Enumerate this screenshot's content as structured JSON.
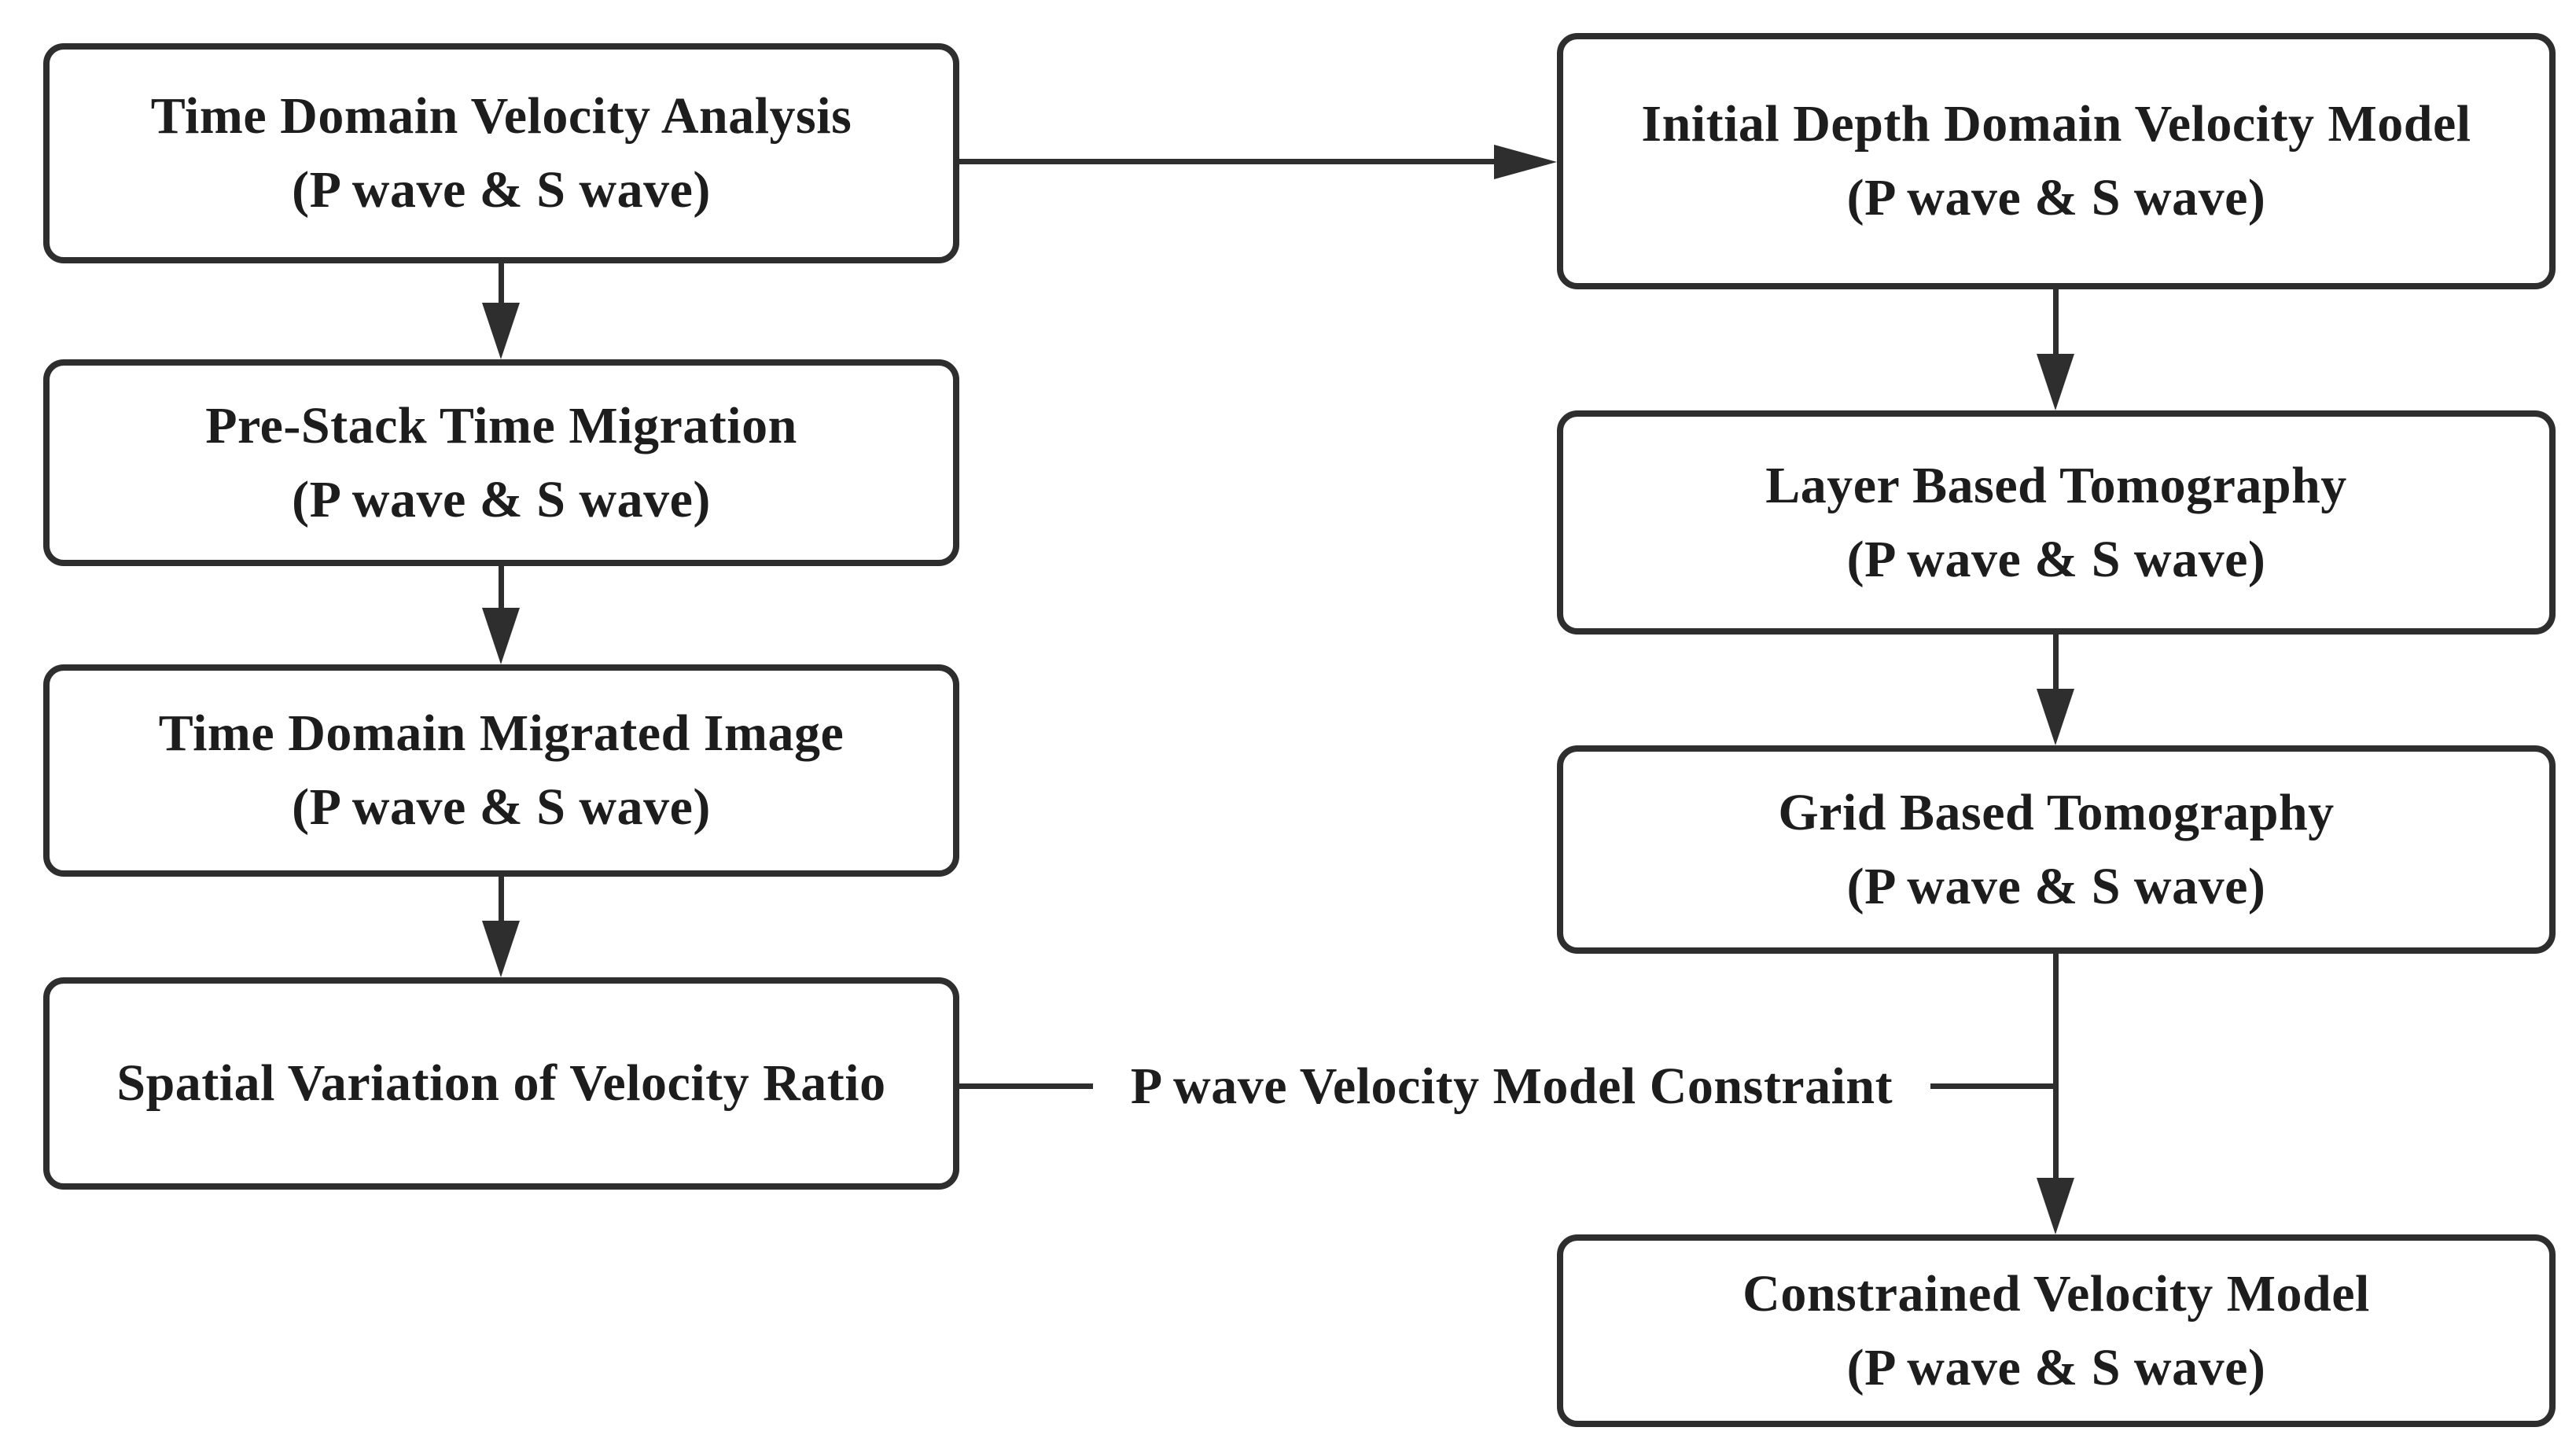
{
  "boxes": {
    "left": [
      {
        "title": "Time Domain Velocity Analysis",
        "subtitle": "(P wave & S wave)"
      },
      {
        "title": "Pre-Stack Time Migration",
        "subtitle": "(P wave & S wave)"
      },
      {
        "title": "Time Domain Migrated Image",
        "subtitle": "(P wave & S wave)"
      },
      {
        "title": "Spatial Variation of Velocity Ratio"
      }
    ],
    "right": [
      {
        "title": "Initial Depth Domain Velocity Model",
        "subtitle": "(P wave & S wave)"
      },
      {
        "title": "Layer Based Tomography",
        "subtitle": "(P wave & S wave)"
      },
      {
        "title": "Grid Based Tomography",
        "subtitle": "(P wave & S wave)"
      },
      {
        "title": "Constrained Velocity Model",
        "subtitle": "(P wave & S wave)"
      }
    ]
  },
  "connector": {
    "label": "P wave Velocity Model Constraint"
  },
  "edges": [
    {
      "from": "Time Domain Velocity Analysis",
      "to": "Initial Depth Domain Velocity Model",
      "direction": "right"
    },
    {
      "from": "Time Domain Velocity Analysis",
      "to": "Pre-Stack Time Migration",
      "direction": "down"
    },
    {
      "from": "Pre-Stack Time Migration",
      "to": "Time Domain Migrated Image",
      "direction": "down"
    },
    {
      "from": "Time Domain Migrated Image",
      "to": "Spatial Variation of Velocity Ratio",
      "direction": "down"
    },
    {
      "from": "Initial Depth Domain Velocity Model",
      "to": "Layer Based Tomography",
      "direction": "down"
    },
    {
      "from": "Layer Based Tomography",
      "to": "Grid Based Tomography",
      "direction": "down"
    },
    {
      "from": "Grid Based Tomography",
      "to": "Constrained Velocity Model",
      "direction": "down"
    },
    {
      "from": "Spatial Variation of Velocity Ratio",
      "to": "Grid Based Tomography → Constrained Velocity Model arrow",
      "direction": "right",
      "label": "P wave Velocity Model Constraint"
    }
  ],
  "colors": {
    "line": "#2e2e2e",
    "text": "#1d1d1d",
    "background": "#ffffff"
  }
}
